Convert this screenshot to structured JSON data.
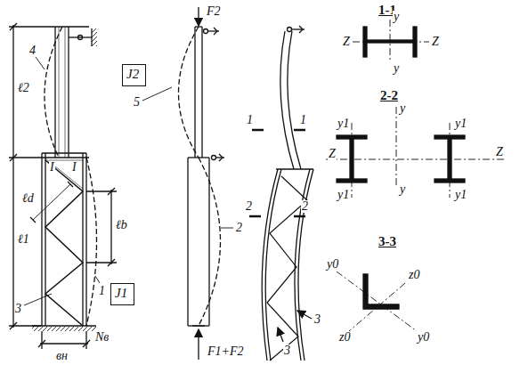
{
  "diagram": {
    "nodes": [
      {
        "text": [
          "J2"
        ]
      },
      {
        "text": [
          "J1"
        ]
      }
    ],
    "labels": [
      "ℓ2",
      "ℓ1",
      "4",
      "I",
      "I",
      "ℓd",
      "ℓb",
      "1",
      "3",
      "вн",
      "Nв",
      "F2",
      "5",
      "2",
      "F1+F2",
      "1",
      "1",
      "2",
      "2",
      "3",
      "3",
      "1-1",
      "y",
      "Z",
      "Z",
      "y",
      "2-2",
      "y",
      "Z",
      "Z",
      "y",
      "y1",
      "y1",
      "y1",
      "y1",
      "3-3",
      "y0",
      "z0",
      "z0",
      "y0"
    ]
  }
}
